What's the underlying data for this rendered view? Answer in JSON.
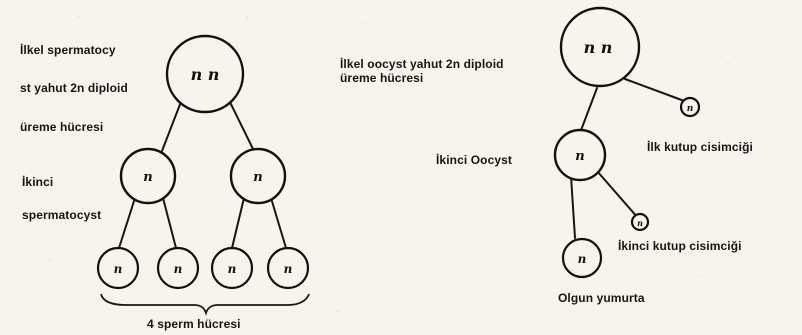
{
  "page": {
    "background_color": "#f7f4ee",
    "ink_color": "#171717"
  },
  "spermatogenesis": {
    "primary_label_lines": [
      "İlkel spermatocy",
      "st yahut 2n diploid",
      "üreme hücresi"
    ],
    "secondary_label_lines": [
      "İkinci",
      "spermatocyst"
    ],
    "result_label": "4 sperm hücresi",
    "primary_cell_mark": "n n",
    "secondary_cell_marks": [
      "n",
      "n"
    ],
    "sperm_cell_marks": [
      "n",
      "n",
      "n",
      "n"
    ]
  },
  "oogenesis": {
    "primary_label_lines": [
      "İlkel oocyst yahut 2n diploid",
      "üreme hücresi"
    ],
    "secondary_oocyte_label": "İkinci Oocyst",
    "first_polar_body_label": "İlk kutup cisimciği",
    "second_polar_body_label": "İkinci kutup cisimciği",
    "mature_egg_label": "Olgun yumurta",
    "primary_cell_mark": "n n",
    "secondary_cell_mark": "n",
    "first_polar_mark": "n",
    "second_polar_mark": "n",
    "egg_mark": "n"
  }
}
